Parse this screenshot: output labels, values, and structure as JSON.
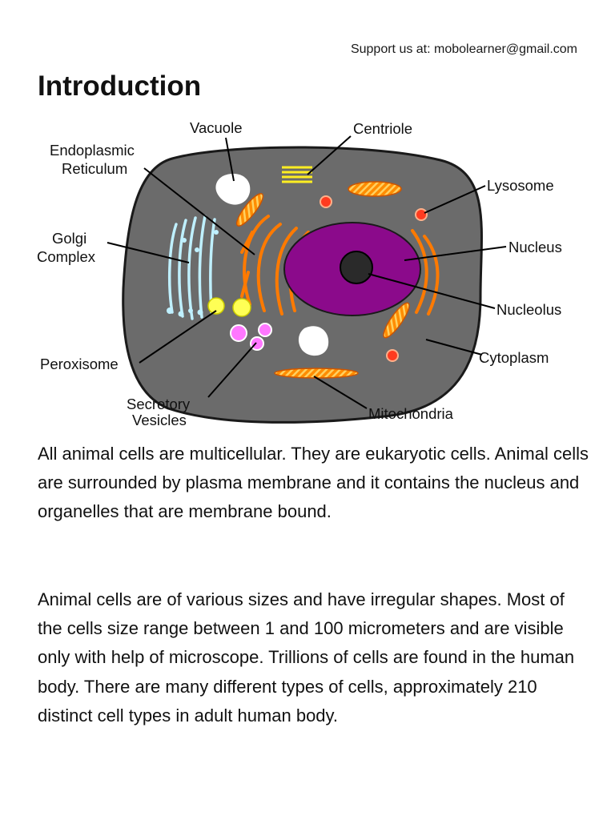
{
  "header": {
    "support_text": "Support us at: mobolearner@gmail.com"
  },
  "page": {
    "title": "Introduction"
  },
  "diagram": {
    "labels": {
      "vacuole": "Vacuole",
      "centriole": "Centriole",
      "er_line1": "Endoplasmic",
      "er_line2": "Reticulum",
      "lysosome": "Lysosome",
      "golgi_line1": "Golgi",
      "golgi_line2": "Complex",
      "nucleus": "Nucleus",
      "nucleolus": "Nucleolus",
      "peroxisome": "Peroxisome",
      "cytoplasm": "Cytoplasm",
      "secretory_line1": "Secretory",
      "secretory_line2": "Vesicles",
      "mitochondria": "Mitochondria"
    },
    "colors": {
      "cytoplasm": "#6b6b6b",
      "nucleus": "#8b0a8b",
      "nucleolus": "#2a2a2a",
      "er": "#ff7a00",
      "mitochondria": "#ff8c00",
      "centriole": "#ffee22",
      "golgi": "#bff0ff",
      "lysosome": "#ff3b1f",
      "peroxisome": "#ffff55",
      "vesicle": "#ff77ff",
      "vacuole": "#ffffff"
    }
  },
  "content": {
    "paragraphs": [
      "All animal cells are multicellular. They are eukaryotic cells. Animal cells are surrounded by plasma membrane and it contains the nucleus and organelles that are membrane bound.",
      "Animal cells are of various sizes and have irregular shapes. Most of the cells size range between 1 and 100 micrometers and are visible only with help of microscope. Trillions of cells are found in the human body. There are many different types of cells, approximately 210 distinct cell types in adult human body."
    ]
  }
}
